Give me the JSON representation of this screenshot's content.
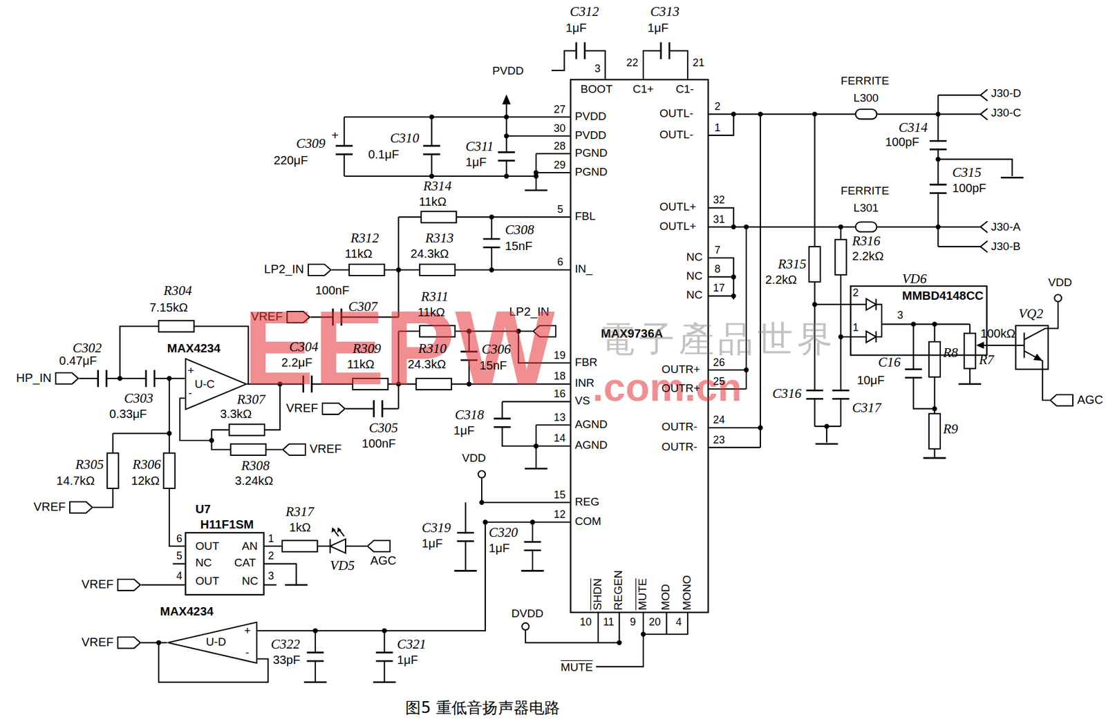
{
  "diagram": {
    "caption": "图5 重低音扬声器电路",
    "nodes": [
      {
        "text": [
          "MAX9736A"
        ]
      },
      {
        "text": [
          "LP2_IN"
        ]
      },
      {
        "text": [
          "VREF"
        ]
      },
      {
        "text": [
          "LP2_IN"
        ]
      },
      {
        "text": [
          "VD6",
          "MMBD4148CC"
        ]
      },
      {
        "text": [
          "HP_IN"
        ]
      },
      {
        "text": [
          "MAX4234",
          "U-C"
        ]
      },
      {
        "text": [
          "VREF"
        ]
      },
      {
        "text": [
          "AGC"
        ]
      },
      {
        "text": [
          "VREF"
        ]
      },
      {
        "text": [
          "VREF"
        ]
      },
      {
        "text": [
          "U7",
          "H11F1SM"
        ]
      },
      {
        "text": [
          "AGC"
        ]
      },
      {
        "text": [
          "VREF"
        ]
      },
      {
        "text": [
          "MAX4234",
          "U-D"
        ]
      },
      {
        "text": [
          "VREF"
        ]
      }
    ],
    "edges": [
      {
        "from": 3,
        "to": 0,
        "arrow": "none"
      },
      {
        "from": 13,
        "to": 11,
        "arrow": "none"
      },
      {
        "from": 0,
        "to": 14,
        "arrow": "none"
      },
      {
        "from": 14,
        "to": 15,
        "arrow": "none"
      }
    ],
    "labels": [
      "C312",
      "1μF",
      "C313",
      "1μF",
      "3",
      "22",
      "21",
      "BOOT",
      "C1+",
      "C1-",
      "PVDD",
      "27",
      "PVDD",
      "30",
      "PVDD",
      "28",
      "PGND",
      "29",
      "PGND",
      "5",
      "FBL",
      "6",
      "IN_",
      "19",
      "FBR",
      "18",
      "INR",
      "16",
      "VS",
      "13",
      "AGND",
      "14",
      "AGND",
      "15",
      "REG",
      "12",
      "COM",
      "10",
      "11",
      "9",
      "20",
      "4",
      "SHDN",
      "REGEN",
      "MUTE",
      "MOD",
      "MONO",
      "2",
      "OUTL-",
      "1",
      "OUTL-",
      "32",
      "OUTL+",
      "31",
      "OUTL+",
      "7",
      "NC",
      "8",
      "NC",
      "17",
      "NC",
      "26",
      "OUTR+",
      "25",
      "OUTR+",
      "24",
      "OUTR-",
      "23",
      "OUTR-",
      "+",
      "C309",
      "220μF",
      "C310",
      "0.1μF",
      "C311",
      "1μF",
      "R314",
      "11kΩ",
      "R312",
      "11kΩ",
      "R313",
      "24.3kΩ",
      "C308",
      "15nF",
      "R304",
      "7.15kΩ",
      "100nF",
      "C307",
      "R311",
      "11kΩ",
      "C302",
      "0.47μF",
      "C304",
      "2.2μF",
      "R309",
      "11kΩ",
      "R310",
      "24.3kΩ",
      "C306",
      "15nF",
      "C303",
      "0.33μF",
      "R307",
      "3.3kΩ",
      "C305",
      "100nF",
      "C318",
      "1μF",
      "R305",
      "14.7kΩ",
      "R306",
      "12kΩ",
      "R308",
      "3.24kΩ",
      "VDD",
      "OUT",
      "NC",
      "OUT",
      "AN",
      "CAT",
      "NC",
      "6",
      "5",
      "4",
      "1",
      "2",
      "3",
      "R317",
      "1kΩ",
      "VD5",
      "C319",
      "1μF",
      "C320",
      "1μF",
      "DVDD",
      "C322",
      "33pF",
      "C321",
      "1μF",
      "MUTE",
      "+",
      "-",
      "+",
      "-",
      "FERRITE",
      "L300",
      "J30-D",
      "J30-C",
      "C314",
      "100pF",
      "C315",
      "100pF",
      "FERRITE",
      "L301",
      "J30-A",
      "J30-B",
      "R316",
      "2.2kΩ",
      "R315",
      "2.2kΩ",
      "VDD",
      "VQ2",
      "2",
      "1",
      "3",
      "100kΩ",
      "R8",
      "R7",
      "C16",
      "10μF",
      "C316",
      "C317",
      "R9",
      "EEPW",
      "電子產品世界",
      ".com.cn"
    ]
  }
}
